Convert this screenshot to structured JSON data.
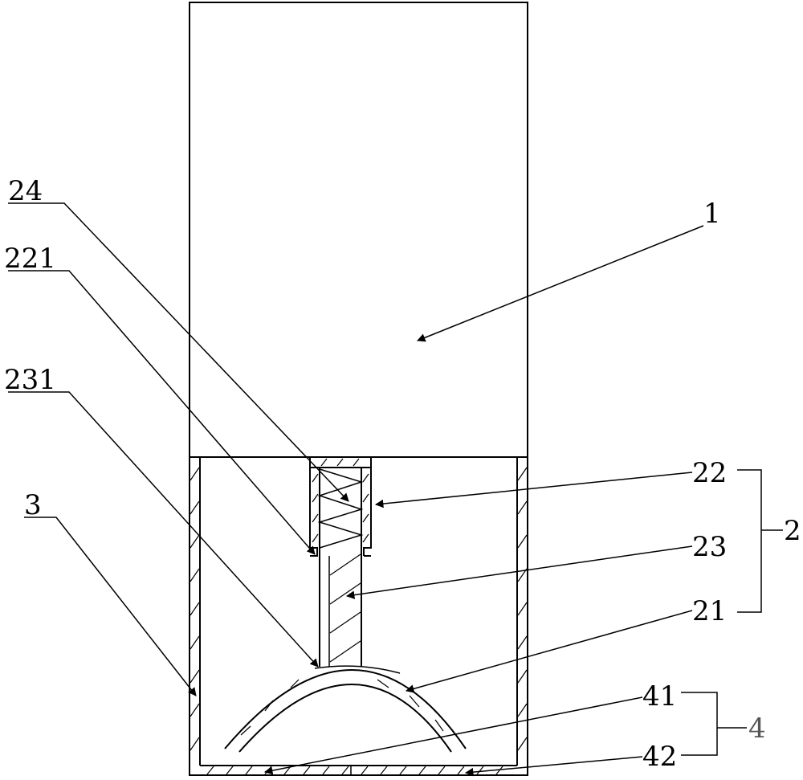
{
  "labels": {
    "l1": "1",
    "l2": "2",
    "l3": "3",
    "l4": "4",
    "l21": "21",
    "l22": "22",
    "l23": "23",
    "l24": "24",
    "l41": "41",
    "l42": "42",
    "l221": "221",
    "l231": "231"
  }
}
